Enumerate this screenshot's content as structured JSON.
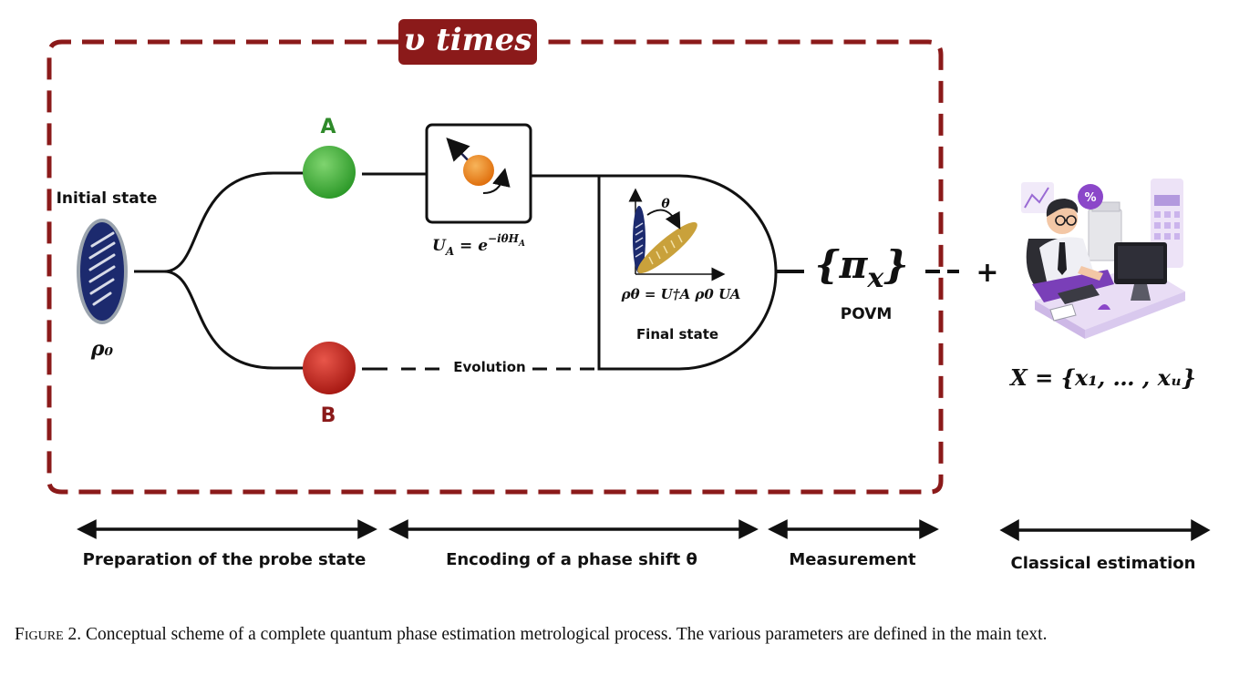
{
  "repeat_label": "υ times",
  "initial_state_label": "Initial state",
  "rho_zero": "ρ₀",
  "node_a_label": "A",
  "node_b_label": "B",
  "unitary_prefix": "U",
  "unitary_sub": "A",
  "unitary_eq": " = e",
  "unitary_exp": "−iθH",
  "unitary_exp_sub": "A",
  "theta_label": "θ",
  "final_state_formula": "ρθ = U†A ρ0 UA",
  "final_state_label": "Final state",
  "evolution_label": "Evolution",
  "povm_symbol": "{π",
  "povm_sub": "x",
  "povm_close": "}",
  "povm_label": "POVM",
  "plus_sign": "+",
  "estimates_formula": "X = {x₁, … , xᵤ}",
  "stage_labels": {
    "preparation": "Preparation of the probe state",
    "encoding": "Encoding of a phase shift θ",
    "measurement": "Measurement",
    "classical": "Classical estimation"
  },
  "caption": {
    "figure": "Figure 2.",
    "text": " Conceptual scheme of a complete quantum phase estimation metrological process. The various parameters are defined in the main text."
  },
  "colors": {
    "frame_red": "#8b1a1a",
    "node_a_green": "#3fae3a",
    "node_b_red": "#c8261e",
    "label_a_green": "#2f8a2a",
    "probe_navy": "#1c2a6e",
    "rotated_gold": "#c9a13b",
    "spin_orange": "#f08a1c"
  }
}
